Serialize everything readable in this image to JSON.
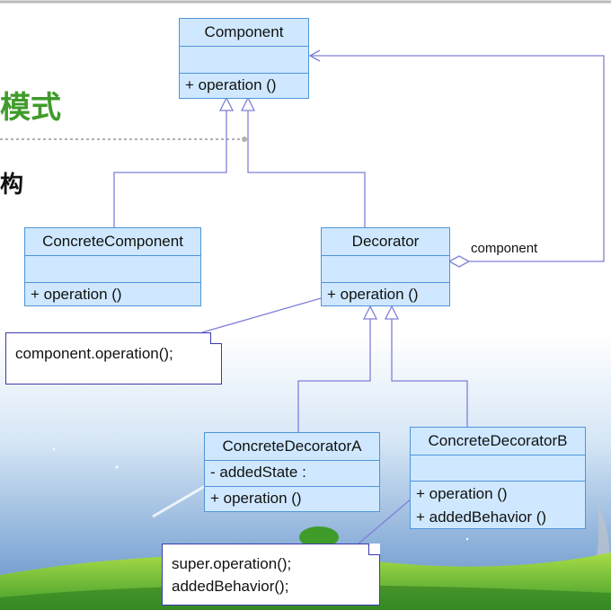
{
  "diagram": {
    "bg_title_fragment": "模式",
    "bg_subtitle_fragment": "构",
    "colors": {
      "class_fill": "#cfe8ff",
      "class_border": "#4f94d8",
      "line": "#7f7fd8",
      "note_border": "#3a3ab0",
      "title_green": "#3f9b2a"
    },
    "classes": {
      "component": {
        "name": "Component",
        "attributes": [],
        "operations": [
          "+ operation ()"
        ]
      },
      "concrete_component": {
        "name": "ConcreteComponent",
        "attributes": [],
        "operations": [
          "+ operation ()"
        ]
      },
      "decorator": {
        "name": "Decorator",
        "attributes": [],
        "operations": [
          "+ operation ()"
        ]
      },
      "concrete_decorator_a": {
        "name": "ConcreteDecoratorA",
        "attributes": [
          "- addedState  :"
        ],
        "operations": [
          "+ operation ()"
        ]
      },
      "concrete_decorator_b": {
        "name": "ConcreteDecoratorB",
        "attributes": [],
        "operations": [
          "+ operation ()",
          "+ addedBehavior ()"
        ]
      }
    },
    "association_label": "component",
    "notes": {
      "decorator_note": [
        "component.operation();"
      ],
      "decorator_b_note": [
        "super.operation();",
        "addedBehavior();"
      ]
    }
  }
}
